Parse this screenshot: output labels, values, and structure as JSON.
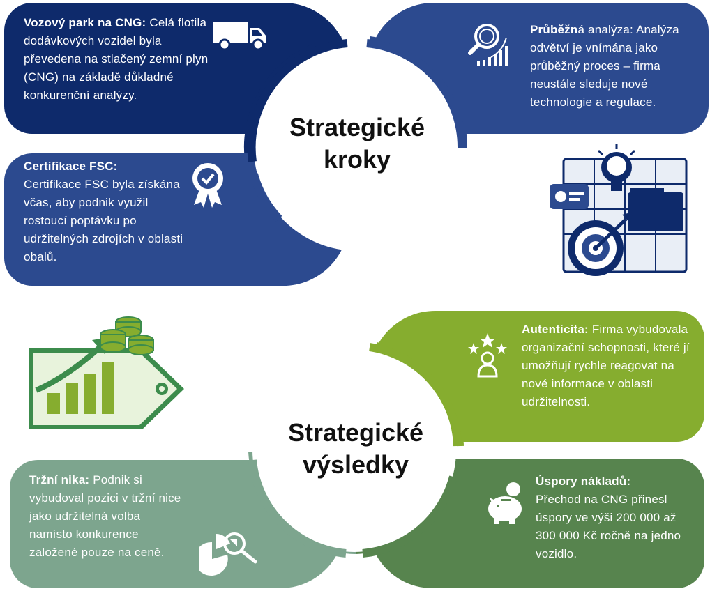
{
  "colors": {
    "navy": "#0e2a6b",
    "blue": "#2c4a8f",
    "lime": "#86ad2f",
    "olive": "#57844e",
    "sage": "#7da58e",
    "green_dark": "#3c8c4c"
  },
  "top_section": {
    "center_title_line1": "Strategické",
    "center_title_line2": "kroky",
    "cards": [
      {
        "title": "Vozový park na CNG:",
        "text": " Celá flotila dodávkových vozidel byla převedena na stlačený zemní plyn (CNG) na základě důkladné konkurenční analýzy.",
        "icon": "delivery-truck-icon"
      },
      {
        "title": "Průběžn",
        "text": "á analýza: Analýza odvětví je vnímána jako průběžný proces – firma neustále sleduje nové technologie a regulace.",
        "icon": "magnifier-chart-icon"
      },
      {
        "title": "Certifikace FSC:",
        "text": "Certifikace FSC byla získána včas, aby podnik využil rostoucí poptávku po udržitelných zdrojích v oblasti obalů.",
        "icon": "certificate-badge-icon"
      }
    ],
    "illustration": "strategy-planning-illustration"
  },
  "bottom_section": {
    "center_title_line1": "Strategické",
    "center_title_line2": "výsledky",
    "cards": [
      {
        "title": "Autenticita:",
        "text": " Firma vybudovala organizační schopnosti, které jí umožňují rychle reagovat na nové informace v oblasti udržitelnosti.",
        "icon": "rating-stars-person-icon"
      },
      {
        "title": "Tržní nika:",
        "text": " Podnik si vybudoval pozici v tržní nice jako udržitelná volba namísto konkurence založené pouze na ceně.",
        "icon": "pie-chart-search-icon"
      },
      {
        "title": "Úspory nákladů:",
        "text": "Přechod na CNG přinesl úspory ve výši 200 000 až 300 000 Kč ročně na jedno vozidlo.",
        "icon": "piggy-bank-icon"
      }
    ],
    "illustration": "growth-price-tag-illustration"
  }
}
